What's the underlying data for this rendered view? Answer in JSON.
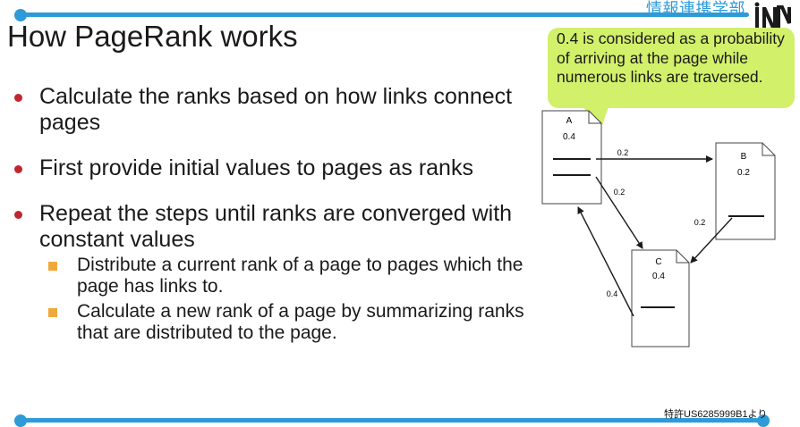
{
  "header": {
    "department": "情報連携学部",
    "logo_label": "INIAD logo"
  },
  "title": "How PageRank works",
  "bullets": [
    "Calculate the ranks based on how links connect pages",
    "First provide initial values to pages as ranks",
    "Repeat the steps until ranks are converged with constant values"
  ],
  "sub_bullets": [
    "Distribute a current rank of a page to pages which the page has links to.",
    "Calculate a new rank of a page by summarizing ranks that are distributed to the page."
  ],
  "callout": "0.4 is considered as a probability of arriving at the page while numerous links are traversed.",
  "diagram": {
    "pages": [
      {
        "name": "A",
        "rank": "0.4"
      },
      {
        "name": "B",
        "rank": "0.2"
      },
      {
        "name": "C",
        "rank": "0.4"
      }
    ],
    "edges": [
      {
        "from": "A",
        "to": "B",
        "value": "0.2"
      },
      {
        "from": "A",
        "to": "C",
        "value": "0.2"
      },
      {
        "from": "B",
        "to": "C",
        "value": "0.2"
      },
      {
        "from": "C",
        "to": "A",
        "value": "0.4"
      }
    ]
  },
  "footer": {
    "credit": "特許US6285999B1より"
  },
  "colors": {
    "accent_blue": "#2e9bd8",
    "bullet_red": "#c0262d",
    "sub_bullet_orange": "#f0a83a",
    "callout_green": "#d2f06a"
  }
}
